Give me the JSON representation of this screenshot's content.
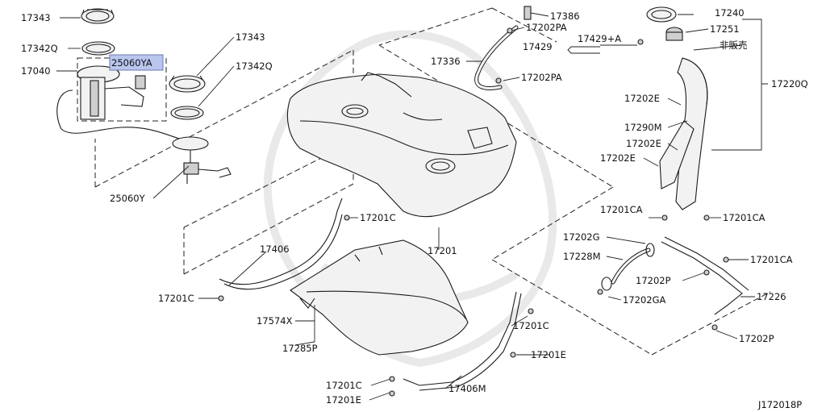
{
  "diagram_id": "J172018P",
  "highlight_color": "#b9c6ee",
  "labels": {
    "l17343a": "17343",
    "l17342qa": "17342Q",
    "l17040": "17040",
    "l25060ya": "25060YA",
    "l17343b": "17343",
    "l17342qb": "17342Q",
    "l25060y": "25060Y",
    "l17386": "17386",
    "l17202pa_a": "17202PA",
    "l17336": "17336",
    "l17202pa_b": "17202PA",
    "l17429a": "17429+A",
    "l17429": "17429",
    "l17240": "17240",
    "l17251": "17251",
    "lhihanbai": "非販売",
    "l17220q": "17220Q",
    "l17202e_a": "17202E",
    "l17290m": "17290M",
    "l17202e_b": "17202E",
    "l17202e_c": "17202E",
    "l17201ca_a": "17201CA",
    "l17201ca_b": "17201CA",
    "l17202g": "17202G",
    "l17228m": "17228M",
    "l17201ca_c": "17201CA",
    "l17202p_a": "17202P",
    "l17202ga": "17202GA",
    "l17226": "17226",
    "l17202p_b": "17202P",
    "l17201c_a": "17201C",
    "l17201": "17201",
    "l17406": "17406",
    "l17201c_b": "17201C",
    "l17574x": "17574X",
    "l17285p": "17285P",
    "l17201c_c": "17201C",
    "l17201e_a": "17201E",
    "l17201c_d": "17201C",
    "l17201e_b": "17201E",
    "l17406m": "17406M"
  }
}
